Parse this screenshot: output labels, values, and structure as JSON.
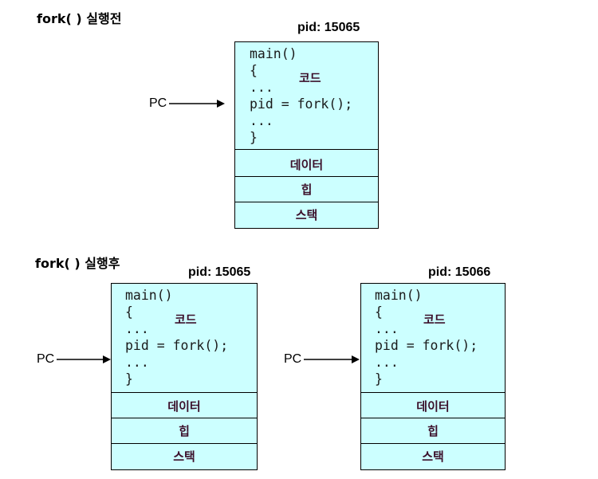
{
  "before": {
    "title": "fork( ) 실행전",
    "pid_label": "pid: 15065",
    "pc_label": "PC",
    "code_lines": [
      "main()",
      "{",
      "...",
      "pid = fork();",
      "...",
      "}"
    ],
    "segments": {
      "code": "코드",
      "data": "데이터",
      "heap": "힙",
      "stack": "스택"
    }
  },
  "after": {
    "title": "fork( ) 실행후",
    "parent": {
      "pid_label": "pid: 15065",
      "pc_label": "PC",
      "code_lines": [
        "main()",
        "{",
        "...",
        "pid = fork();",
        "...",
        "}"
      ],
      "segments": {
        "code": "코드",
        "data": "데이터",
        "heap": "힙",
        "stack": "스택"
      }
    },
    "child": {
      "pid_label": "pid: 15066",
      "pc_label": "PC",
      "code_lines": [
        "main()",
        "{",
        "...",
        "pid = fork();",
        "...",
        "}"
      ],
      "segments": {
        "code": "코드",
        "data": "데이터",
        "heap": "힙",
        "stack": "스택"
      }
    }
  },
  "colors": {
    "box_fill": "#ccffff",
    "border": "#000000",
    "segment_text": "#3b0f2a"
  }
}
